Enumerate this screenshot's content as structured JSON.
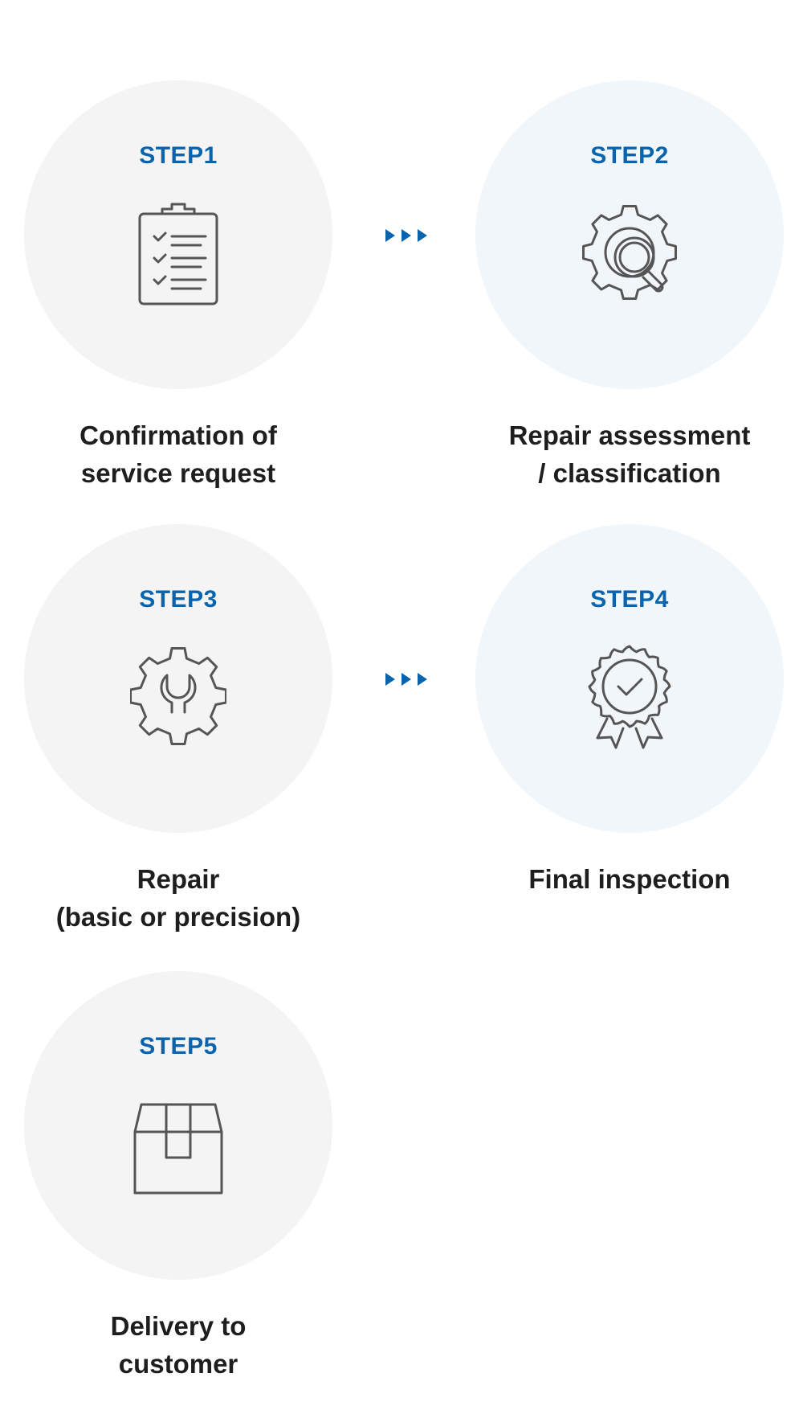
{
  "colors": {
    "accent": "#0a63ad",
    "circle_gray": "#f4f4f4",
    "circle_blue": "#f1f6fb",
    "icon_stroke": "#555555",
    "text": "#1e1e1e"
  },
  "steps": [
    {
      "label": "STEP1",
      "icon": "clipboard-checklist-icon",
      "caption_lines": [
        "Confirmation of",
        "service request"
      ]
    },
    {
      "label": "STEP2",
      "icon": "gear-magnifier-icon",
      "caption_lines": [
        "Repair assessment",
        "/ classification"
      ]
    },
    {
      "label": "STEP3",
      "icon": "gear-wrench-icon",
      "caption_lines": [
        "Repair",
        "(basic or precision)"
      ]
    },
    {
      "label": "STEP4",
      "icon": "award-badge-icon",
      "caption_lines": [
        "Final inspection"
      ]
    },
    {
      "label": "STEP5",
      "icon": "box-package-icon",
      "caption_lines": [
        "Delivery to",
        "customer"
      ]
    }
  ],
  "connectors": [
    {
      "from": "STEP1",
      "to": "STEP2",
      "icon": "triple-arrow-icon"
    },
    {
      "from": "STEP3",
      "to": "STEP4",
      "icon": "triple-arrow-icon"
    }
  ]
}
